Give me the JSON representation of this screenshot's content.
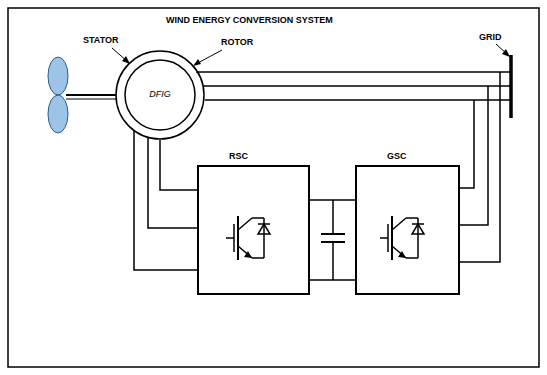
{
  "diagram": {
    "title": "WIND ENERGY CONVERSION SYSTEM",
    "nodes": [
      {
        "text": [
          "DFIG"
        ]
      },
      {
        "text": [
          "RSC"
        ]
      },
      {
        "text": [
          "GSC"
        ]
      }
    ],
    "edges": [
      {
        "from": 0,
        "to": 1,
        "arrow": "none"
      },
      {
        "from": 1,
        "to": 2,
        "arrow": "none"
      }
    ],
    "labels": [
      "STATOR",
      "ROTOR",
      "GRID"
    ]
  }
}
